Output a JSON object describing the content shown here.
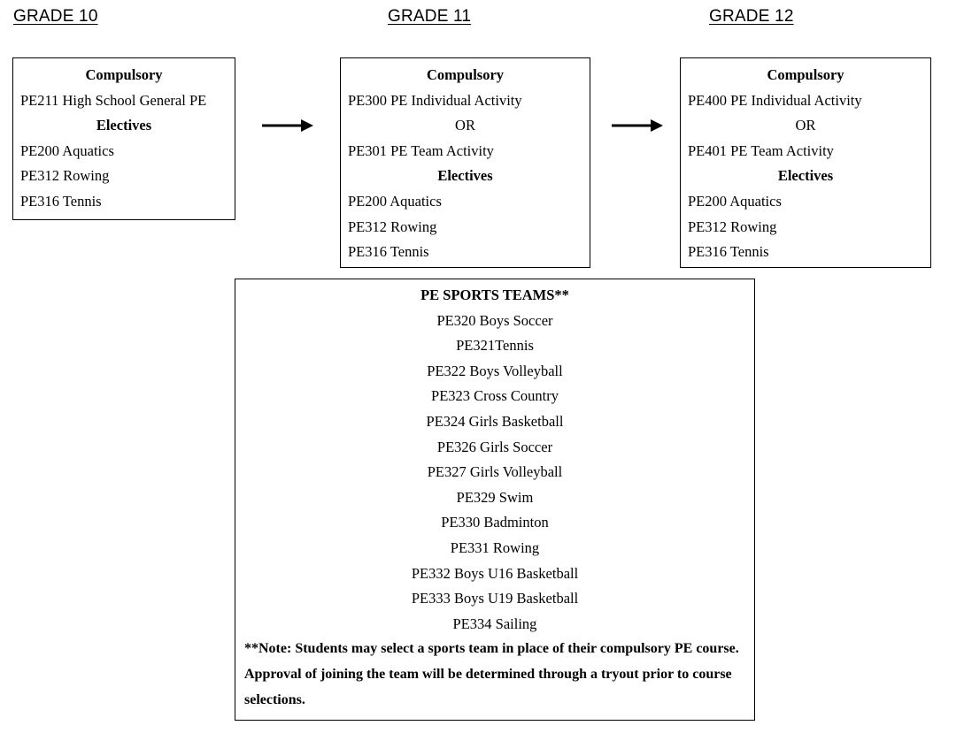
{
  "headings": {
    "grade10": "GRADE 10",
    "grade11": "GRADE 11",
    "grade12": "GRADE 12"
  },
  "grade10": {
    "compulsory_label": "Compulsory",
    "compulsory": [
      "PE211 High School General PE"
    ],
    "electives_label": "Electives",
    "electives": [
      "PE200 Aquatics",
      "PE312 Rowing",
      "PE316 Tennis"
    ]
  },
  "grade11": {
    "compulsory_label": "Compulsory",
    "option_a": "PE300 PE Individual Activity",
    "or_label": "OR",
    "option_b": "PE301 PE Team Activity",
    "electives_label": "Electives",
    "electives": [
      "PE200 Aquatics",
      "PE312 Rowing",
      "PE316 Tennis"
    ]
  },
  "grade12": {
    "compulsory_label": "Compulsory",
    "option_a": "PE400 PE Individual Activity",
    "or_label": "OR",
    "option_b": "PE401 PE Team Activity",
    "electives_label": "Electives",
    "electives": [
      "PE200 Aquatics",
      "PE312 Rowing",
      "PE316 Tennis"
    ]
  },
  "sports_teams": {
    "title": "PE SPORTS TEAMS**",
    "teams": [
      "PE320 Boys Soccer",
      "PE321Tennis",
      "PE322 Boys Volleyball",
      "PE323 Cross Country",
      "PE324 Girls Basketball",
      "PE326 Girls Soccer",
      "PE327 Girls Volleyball",
      "PE329 Swim",
      "PE330 Badminton",
      "PE331 Rowing",
      "PE332 Boys U16 Basketball",
      "PE333 Boys U19 Basketball",
      "PE334 Sailing"
    ],
    "note": "**Note: Students may select a sports team in place of their compulsory PE course. Approval of joining the team will be determined through a tryout prior to course selections."
  }
}
